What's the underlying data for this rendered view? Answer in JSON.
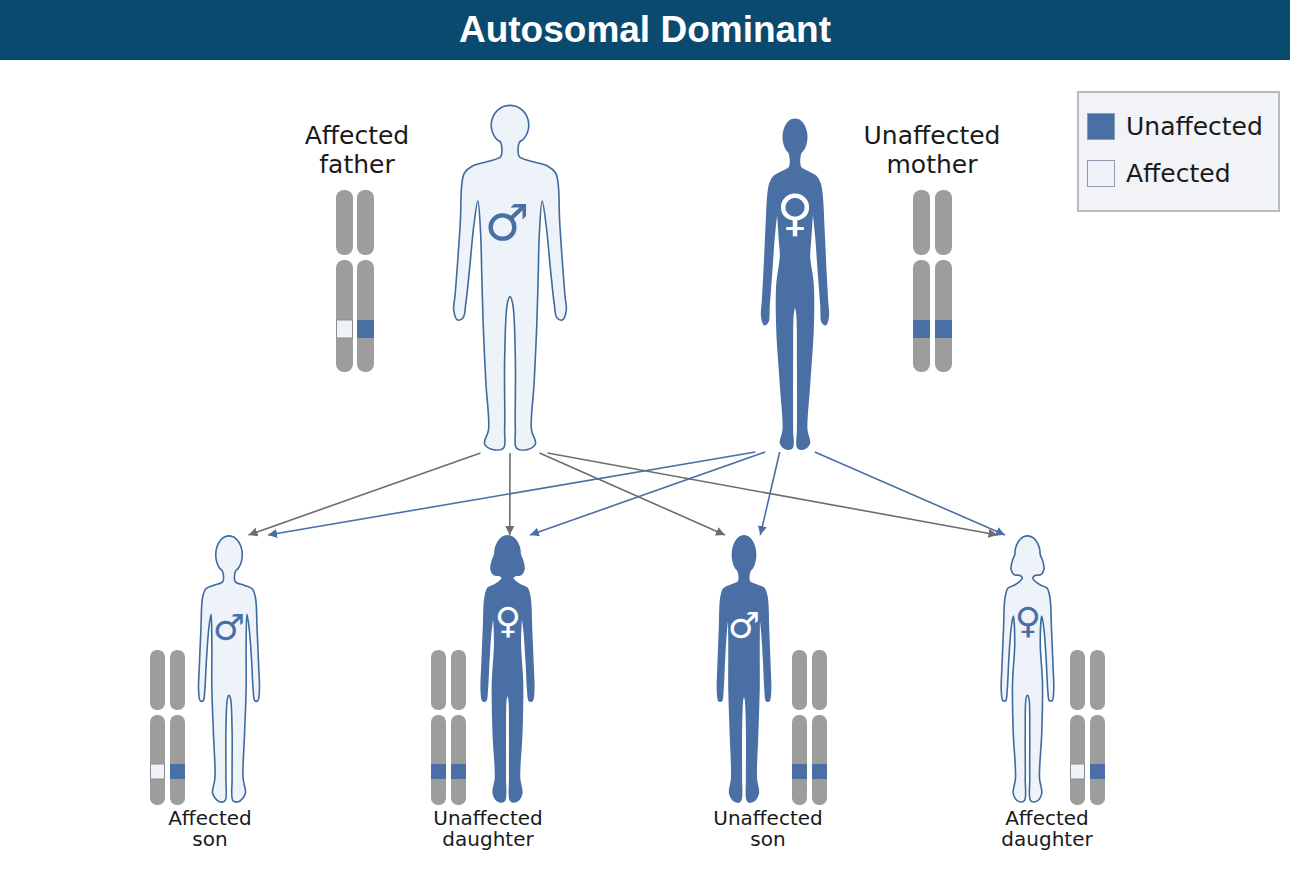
{
  "diagram": {
    "title": "Autosomal Dominant",
    "nodes": [
      {
        "text": [
          "Affected father",
          "♂"
        ]
      },
      {
        "text": [
          "Unaffected mother",
          "♀"
        ]
      },
      {
        "text": [
          "♂",
          "Affected son"
        ]
      },
      {
        "text": [
          "♀",
          "Unaffected daughter"
        ]
      },
      {
        "text": [
          "♂",
          "Unaffected son"
        ]
      },
      {
        "text": [
          "♀",
          "Affected daughter"
        ]
      }
    ],
    "edges": [
      {
        "from": 0,
        "to": 2,
        "arrow": "to"
      },
      {
        "from": 0,
        "to": 3,
        "arrow": "to"
      },
      {
        "from": 0,
        "to": 4,
        "arrow": "to"
      },
      {
        "from": 0,
        "to": 5,
        "arrow": "to"
      },
      {
        "from": 1,
        "to": 2,
        "arrow": "to"
      },
      {
        "from": 1,
        "to": 3,
        "arrow": "to"
      },
      {
        "from": 1,
        "to": 4,
        "arrow": "to"
      },
      {
        "from": 1,
        "to": 5,
        "arrow": "to"
      }
    ],
    "legend": [
      {
        "text": "Unaffected",
        "color": "#4a6fa5"
      },
      {
        "text": "Affected",
        "color": "#eef2f9"
      }
    ]
  }
}
